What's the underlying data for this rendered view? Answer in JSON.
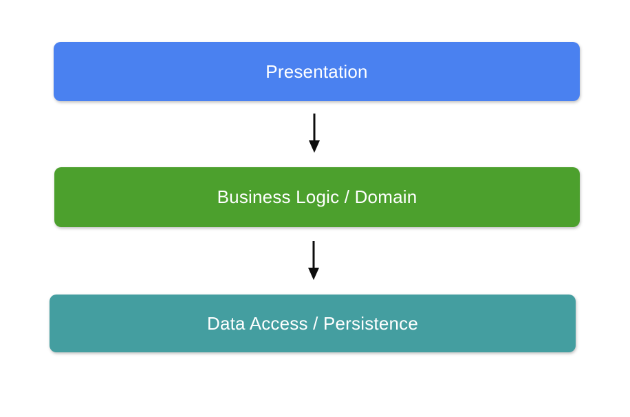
{
  "diagram": {
    "background_color": "#FFFFFF",
    "text_color": "#FFFFFF",
    "arrow_color": "#0D0D0D",
    "layers": [
      {
        "label": "Presentation",
        "color": "#4A81F0"
      },
      {
        "label": "Business Logic / Domain",
        "color": "#4CA02D"
      },
      {
        "label": "Data Access / Persistence",
        "color": "#449EA0"
      }
    ]
  }
}
